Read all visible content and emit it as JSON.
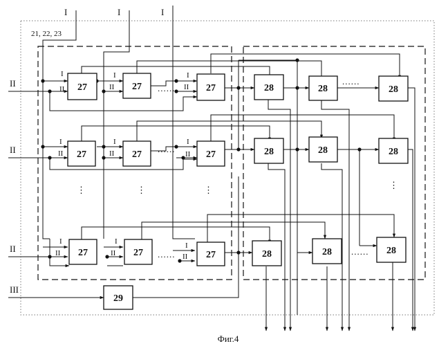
{
  "figure_caption": "Фиг.4",
  "group_label": "21, 22, 23",
  "input_labels": {
    "one": "I",
    "two": "II",
    "three": "III"
  },
  "block_labels": {
    "a": "27",
    "b": "28",
    "c": "29"
  },
  "ellipsis": {
    "horizontal": "......",
    "vertical": "⋮"
  }
}
